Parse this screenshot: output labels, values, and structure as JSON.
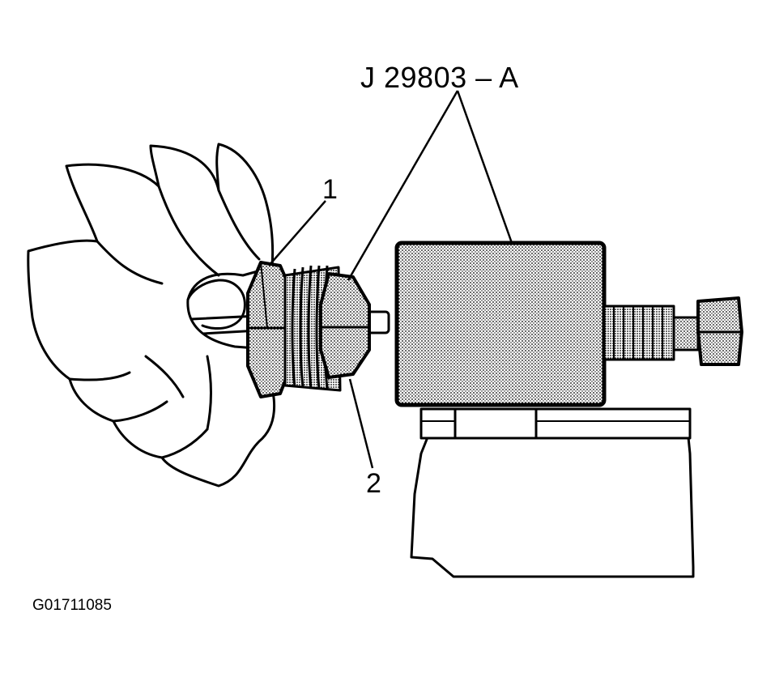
{
  "diagram": {
    "tool_label": "J 29803 – A",
    "callouts": [
      "1",
      "2"
    ],
    "figure_code": "G01711085"
  },
  "colors": {
    "ink": "#000000",
    "paper": "#ffffff",
    "stipple": "#8c8c8c"
  }
}
